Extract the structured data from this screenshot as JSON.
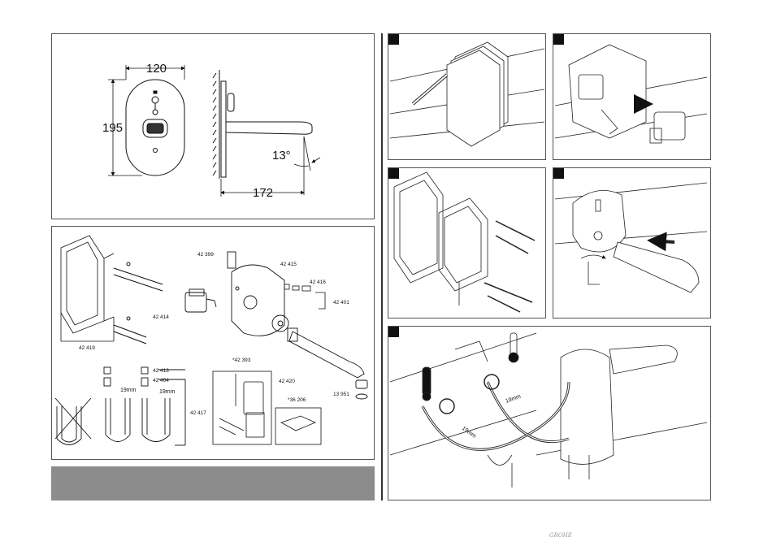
{
  "dimensions": {
    "width_label": "120",
    "height_label": "195",
    "angle_label": "13°",
    "projection_label": "172"
  },
  "part_numbers": {
    "p42399": "42 399",
    "p42415": "42 415",
    "p42416": "42 416",
    "p42401": "42 401",
    "p42414": "42 414",
    "p42419": "42 419",
    "p42393": "*42 393",
    "p42413": "42 413",
    "p42404": "42 404",
    "p42417": "42 417",
    "p42420": "42 420",
    "p13951": "13 951",
    "p36206": "*36 206"
  },
  "wrench_sizes": {
    "a": "19mm",
    "b": "19mm",
    "c": "19mm",
    "d": "19mm"
  },
  "logo_text": "GROHE",
  "colors": {
    "gray_bar": "#8c8c8c",
    "line": "#111111"
  }
}
